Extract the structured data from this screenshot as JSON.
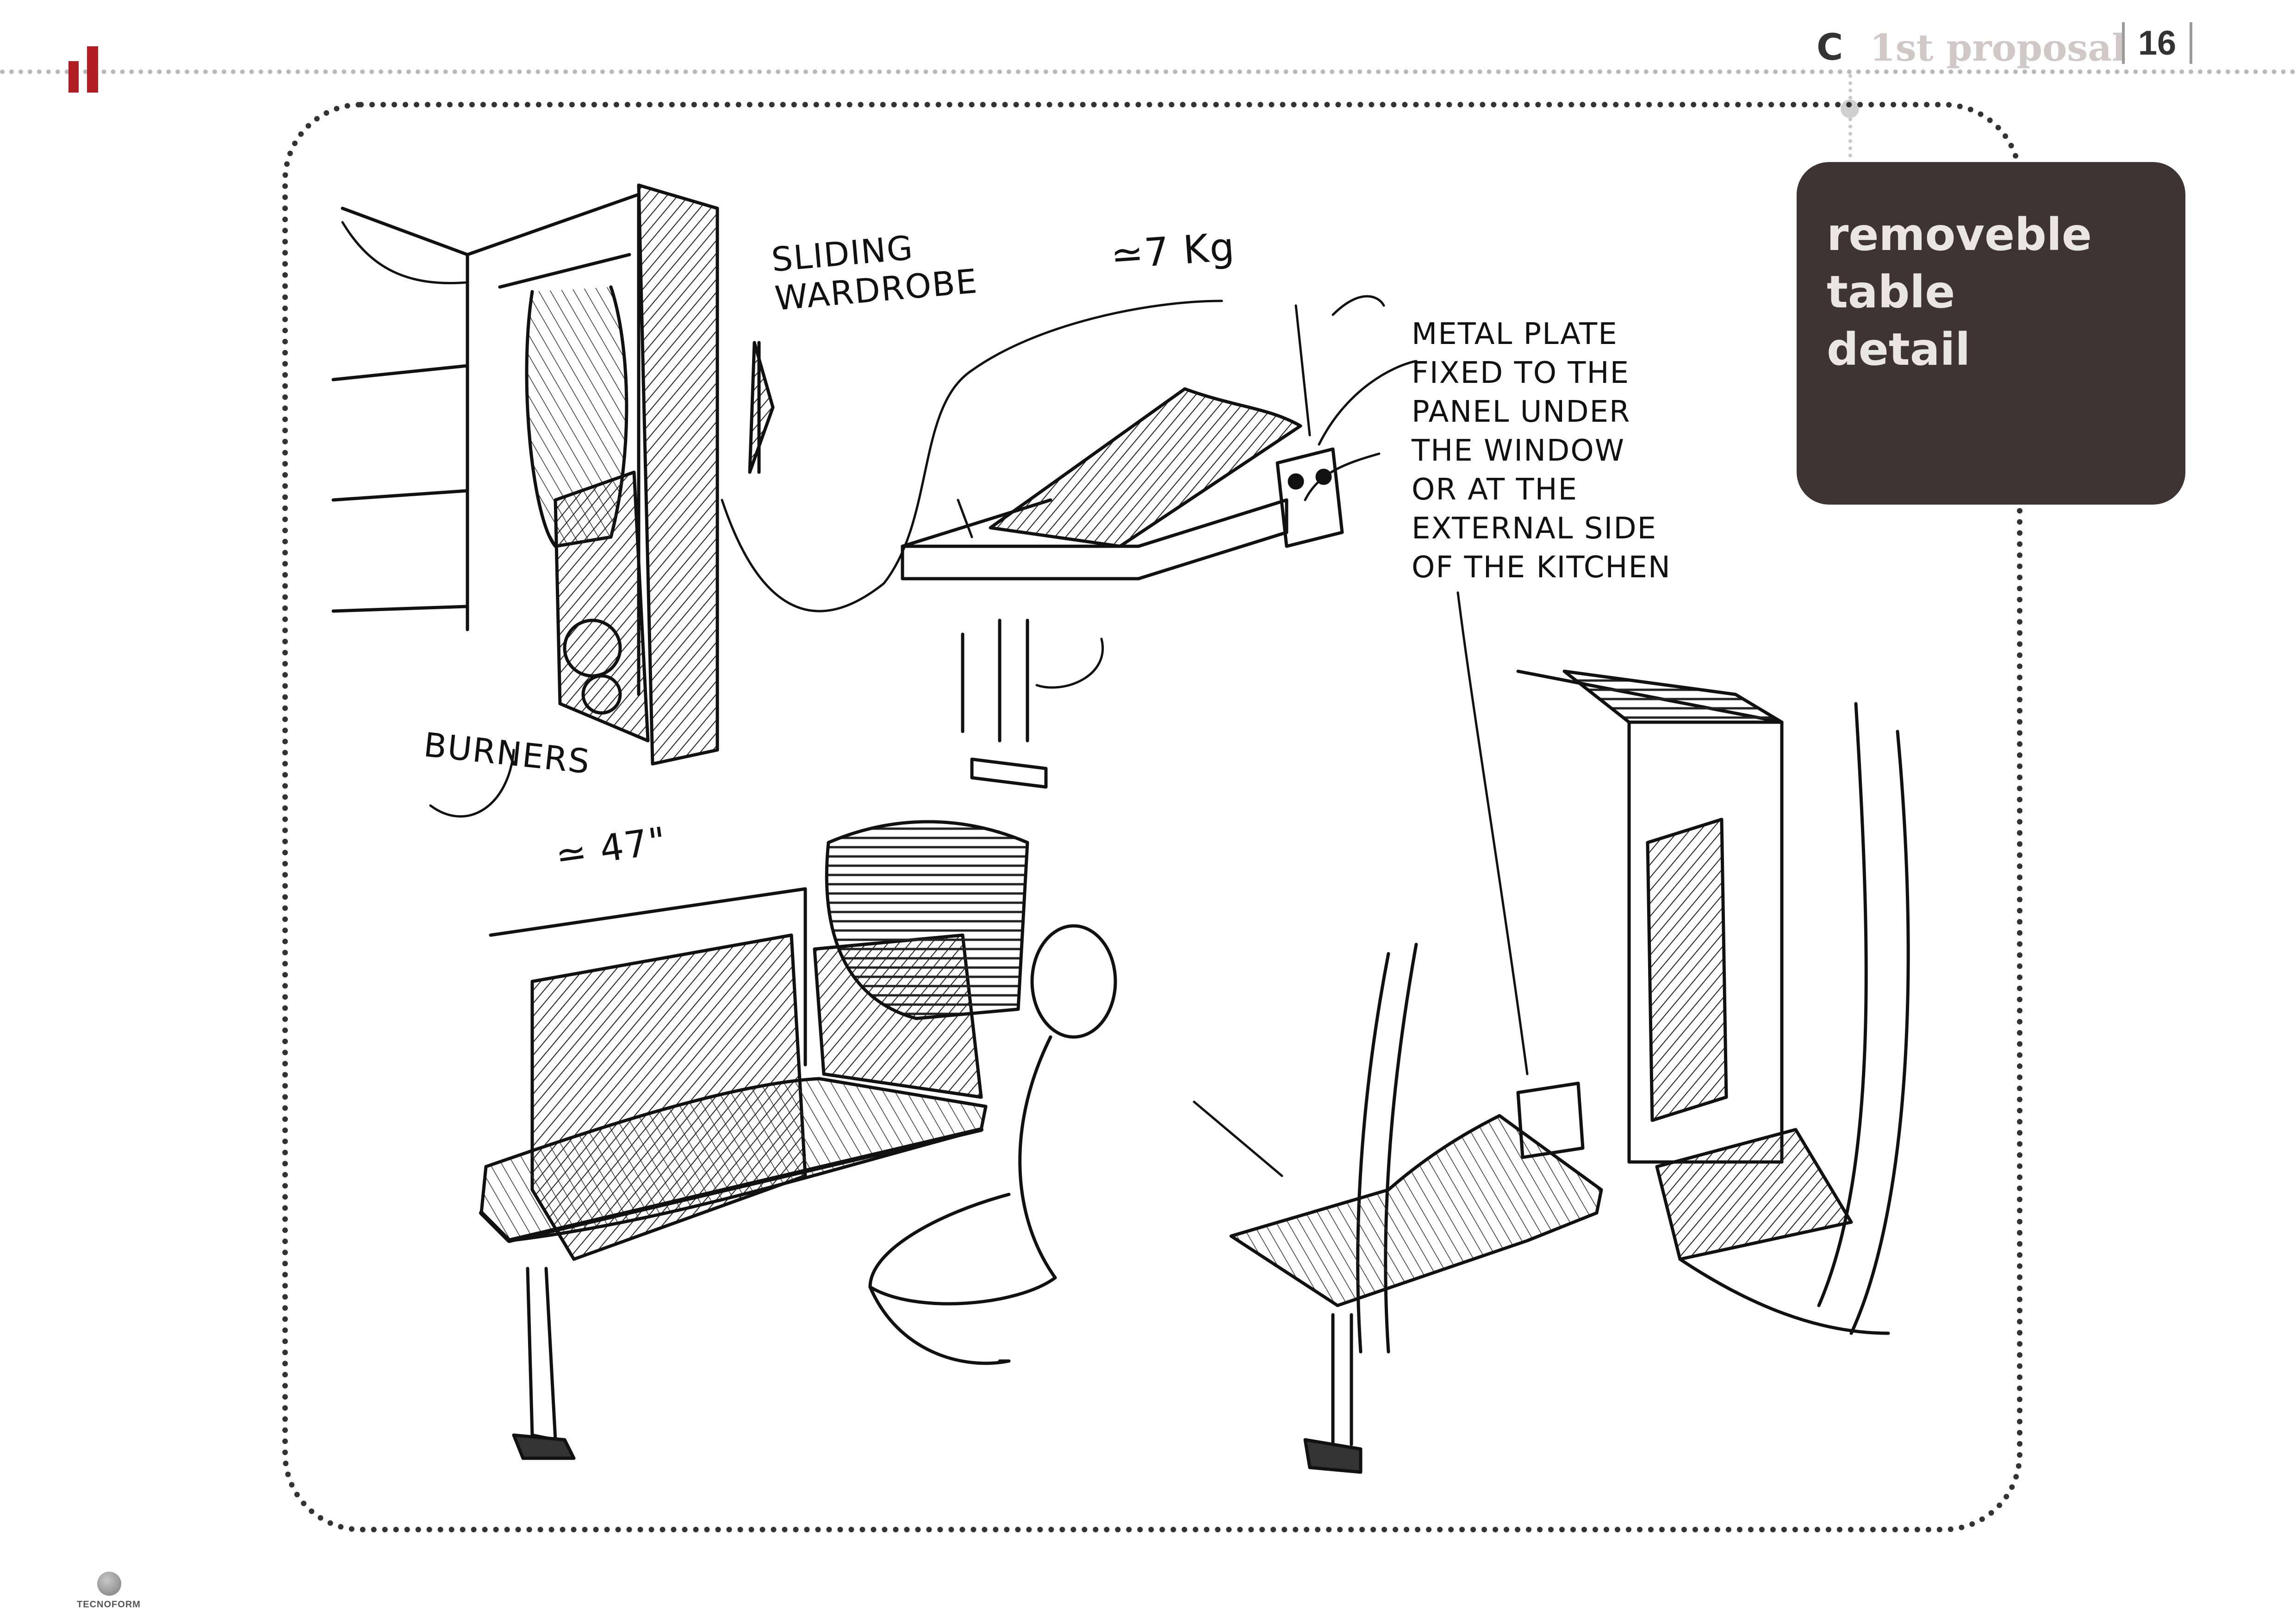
{
  "header": {
    "section_letter": "C",
    "section_title": "1st proposal",
    "page_number": "16"
  },
  "label_box": {
    "lines": [
      "removeble",
      "table",
      "detail"
    ]
  },
  "annotations": {
    "wardrobe": [
      "SLIDING",
      "WARDROBE"
    ],
    "weight": "≃7 Kg",
    "burners": "BURNERS",
    "width": "≃ 47\"",
    "metal_plate": [
      "METAL PLATE",
      "FIXED TO THE",
      "PANEL UNDER",
      "THE WINDOW",
      "OR AT THE",
      "EXTERNAL SIDE",
      "OF THE KITCHEN"
    ]
  },
  "footer": {
    "logo_text": "TECNOFORM"
  },
  "colors": {
    "brand_red": "#b01e23",
    "label_bg": "#3e3433",
    "label_text": "#ebe6e6",
    "title_gray": "#d0c8c8"
  }
}
